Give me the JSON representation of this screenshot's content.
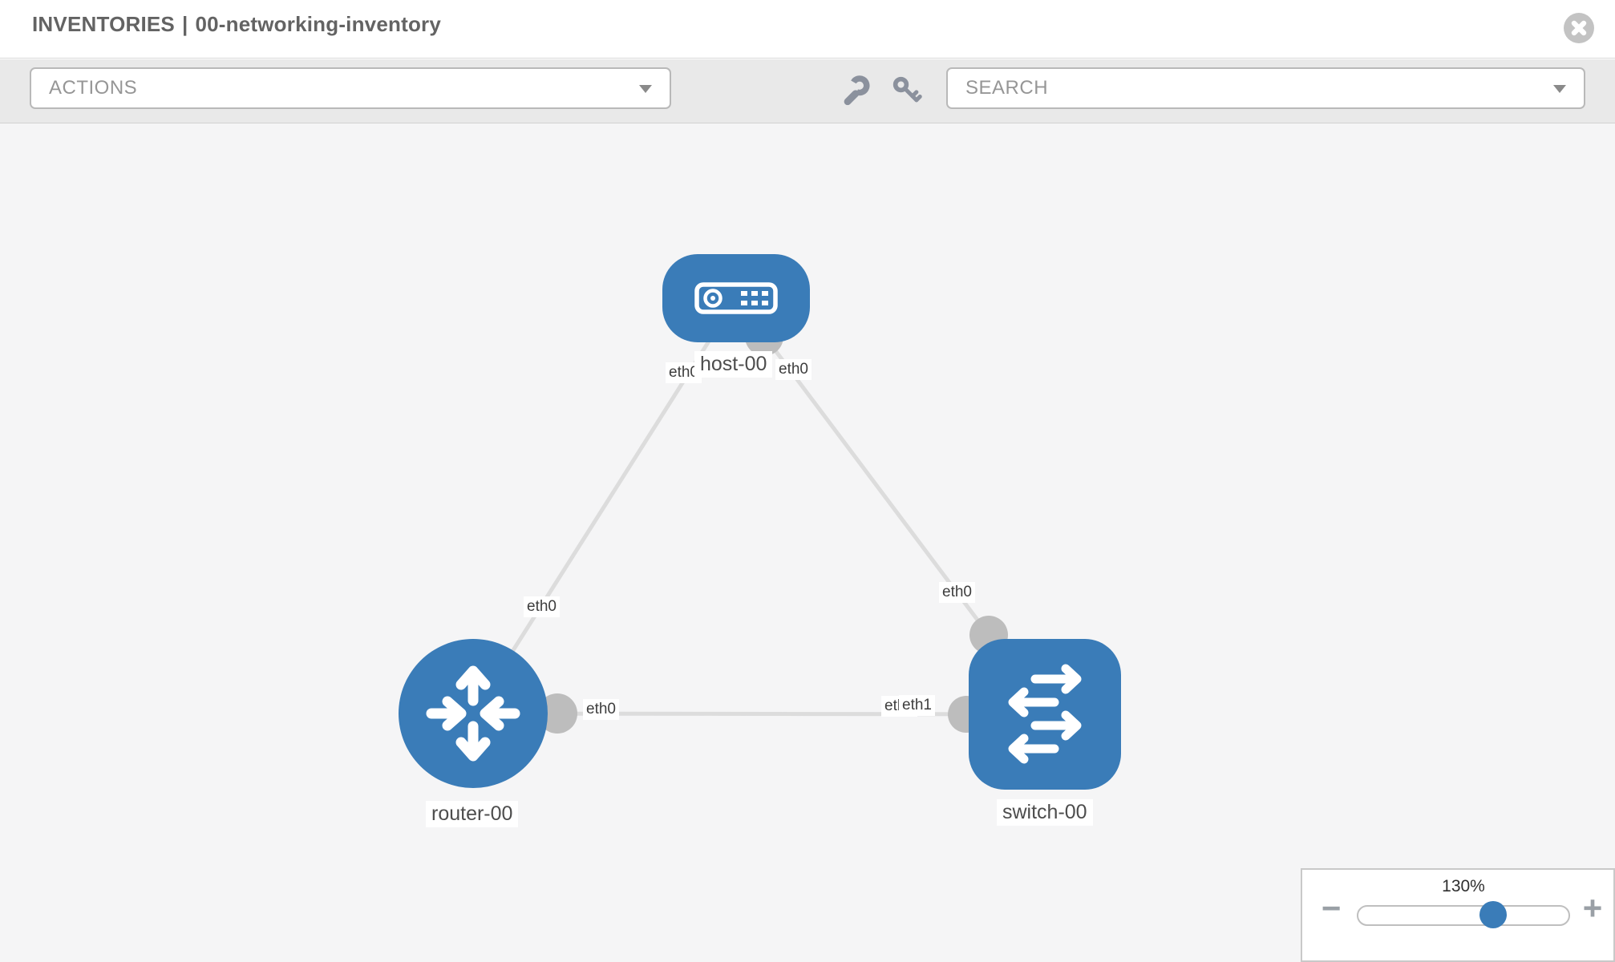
{
  "header": {
    "section": "INVENTORIES",
    "separator": "|",
    "inventory_name": "00-networking-inventory"
  },
  "toolbar": {
    "actions_label": "ACTIONS",
    "search_label": "SEARCH",
    "icons": [
      "wrench-icon",
      "key-icon"
    ]
  },
  "topology": {
    "nodes": [
      {
        "id": "host-00",
        "type": "host",
        "label": "host-00"
      },
      {
        "id": "router-00",
        "type": "router",
        "label": "router-00"
      },
      {
        "id": "switch-00",
        "type": "switch",
        "label": "switch-00"
      }
    ],
    "links": [
      {
        "from": "host-00",
        "from_interface": "eth0",
        "to": "router-00",
        "to_interface": "eth0"
      },
      {
        "from": "host-00",
        "from_interface": "eth0",
        "to": "switch-00",
        "to_interface": "eth0"
      },
      {
        "from": "router-00",
        "from_interface": "eth0",
        "to": "switch-00",
        "to_interface": "eth1",
        "to_interface_overlapped": "eth0"
      }
    ]
  },
  "zoom_control": {
    "percent": "130%",
    "minus": "−",
    "plus": "+"
  },
  "colors": {
    "node_blue": "#3a7cb8",
    "link_gray": "#dcdcdc",
    "connector_gray": "#bdbdbd",
    "canvas_bg": "#f5f5f6",
    "title_text": "#636363"
  }
}
